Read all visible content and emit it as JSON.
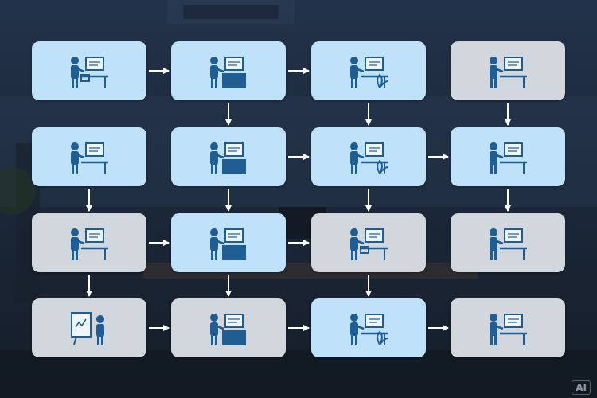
{
  "diagram": {
    "nodes": [
      {
        "text": []
      },
      {
        "text": []
      },
      {
        "text": []
      },
      {
        "text": []
      },
      {
        "text": []
      },
      {
        "text": []
      },
      {
        "text": []
      },
      {
        "text": []
      },
      {
        "text": []
      },
      {
        "text": []
      },
      {
        "text": []
      },
      {
        "text": []
      },
      {
        "text": []
      },
      {
        "text": []
      },
      {
        "text": []
      },
      {
        "text": []
      }
    ],
    "edges": [
      {
        "from": 0,
        "to": 1,
        "arrow": "to"
      },
      {
        "from": 1,
        "to": 2,
        "arrow": "to"
      },
      {
        "from": 1,
        "to": 5,
        "arrow": "to"
      },
      {
        "from": 2,
        "to": 6,
        "arrow": "to"
      },
      {
        "from": 3,
        "to": 7,
        "arrow": "to"
      },
      {
        "from": 5,
        "to": 6,
        "arrow": "to"
      },
      {
        "from": 6,
        "to": 7,
        "arrow": "to"
      },
      {
        "from": 4,
        "to": 8,
        "arrow": "to"
      },
      {
        "from": 5,
        "to": 9,
        "arrow": "to"
      },
      {
        "from": 6,
        "to": 10,
        "arrow": "to"
      },
      {
        "from": 7,
        "to": 11,
        "arrow": "to"
      },
      {
        "from": 8,
        "to": 9,
        "arrow": "to"
      },
      {
        "from": 9,
        "to": 10,
        "arrow": "to"
      },
      {
        "from": 8,
        "to": 12,
        "arrow": "to"
      },
      {
        "from": 9,
        "to": 13,
        "arrow": "to"
      },
      {
        "from": 10,
        "to": 14,
        "arrow": "to"
      },
      {
        "from": 12,
        "to": 13,
        "arrow": "to"
      },
      {
        "from": 13,
        "to": 14,
        "arrow": "to"
      },
      {
        "from": 14,
        "to": 15,
        "arrow": "to"
      }
    ],
    "labels": [
      "AI"
    ]
  }
}
